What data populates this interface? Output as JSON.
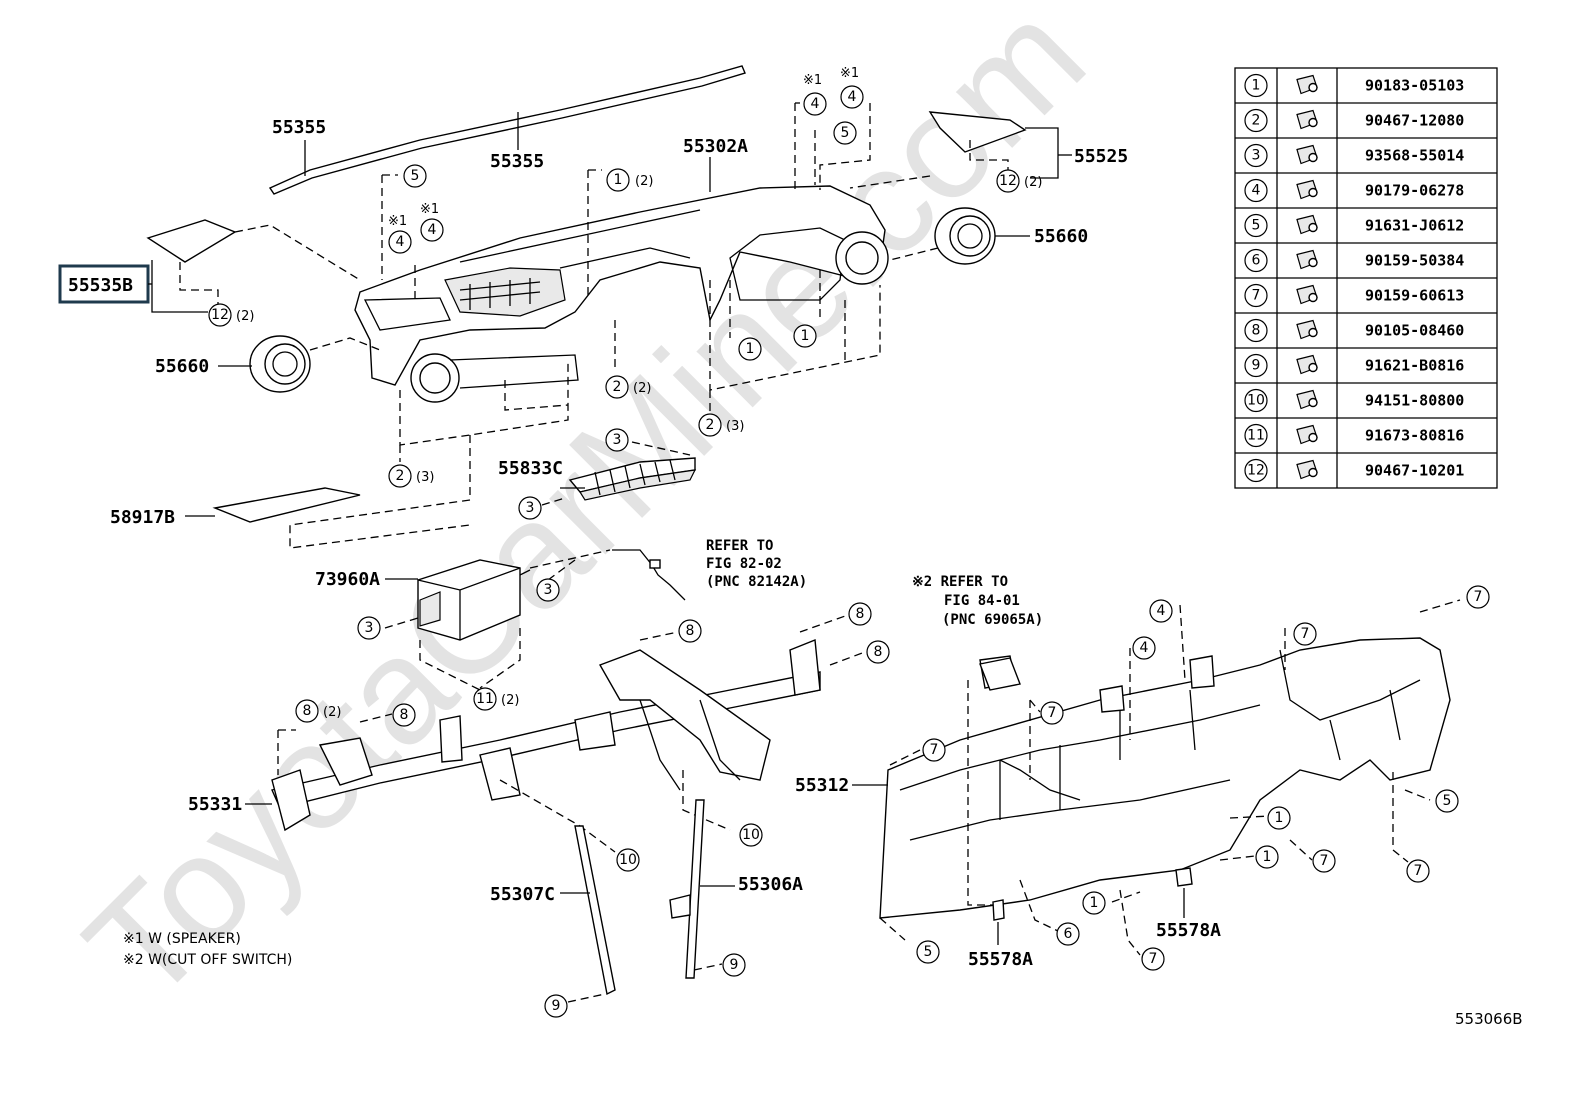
{
  "watermark": "ToyotaCarMine.com",
  "drawing_id": "553066B",
  "highlighted_part": "55535B",
  "part_labels": {
    "p55355_a": "55355",
    "p55355_b": "55355",
    "p55302A": "55302A",
    "p55525": "55525",
    "p55660_r": "55660",
    "p55660_l": "55660",
    "p55535B": "55535B",
    "p55833C": "55833C",
    "p58917B": "58917B",
    "p73960A": "73960A",
    "p55331": "55331",
    "p55312": "55312",
    "p55307C": "55307C",
    "p55306A": "55306A",
    "p55578A_a": "55578A",
    "p55578A_b": "55578A"
  },
  "refs": {
    "refer1": [
      "REFER TO",
      "FIG 82-02",
      "(PNC 82142A)"
    ],
    "refer2": [
      "※2 REFER TO",
      "FIG 84-01",
      "(PNC 69065A)"
    ]
  },
  "notes": {
    "note1": "※1 W (SPEAKER)",
    "note2": "※2 W(CUT OFF SWITCH)"
  },
  "marks": {
    "x1": "※1",
    "q2": "(2)",
    "q3": "(3)"
  },
  "fasteners_table": [
    {
      "num": "1",
      "part_no": "90183-05103"
    },
    {
      "num": "2",
      "part_no": "90467-12080"
    },
    {
      "num": "3",
      "part_no": "93568-55014"
    },
    {
      "num": "4",
      "part_no": "90179-06278"
    },
    {
      "num": "5",
      "part_no": "91631-J0612"
    },
    {
      "num": "6",
      "part_no": "90159-50384"
    },
    {
      "num": "7",
      "part_no": "90159-60613"
    },
    {
      "num": "8",
      "part_no": "90105-08460"
    },
    {
      "num": "9",
      "part_no": "91621-B0816"
    },
    {
      "num": "10",
      "part_no": "94151-80800"
    },
    {
      "num": "11",
      "part_no": "91673-80816"
    },
    {
      "num": "12",
      "part_no": "90467-10201"
    }
  ],
  "callouts": [
    "1",
    "2",
    "3",
    "4",
    "5",
    "6",
    "7",
    "8",
    "9",
    "10",
    "11",
    "12"
  ]
}
